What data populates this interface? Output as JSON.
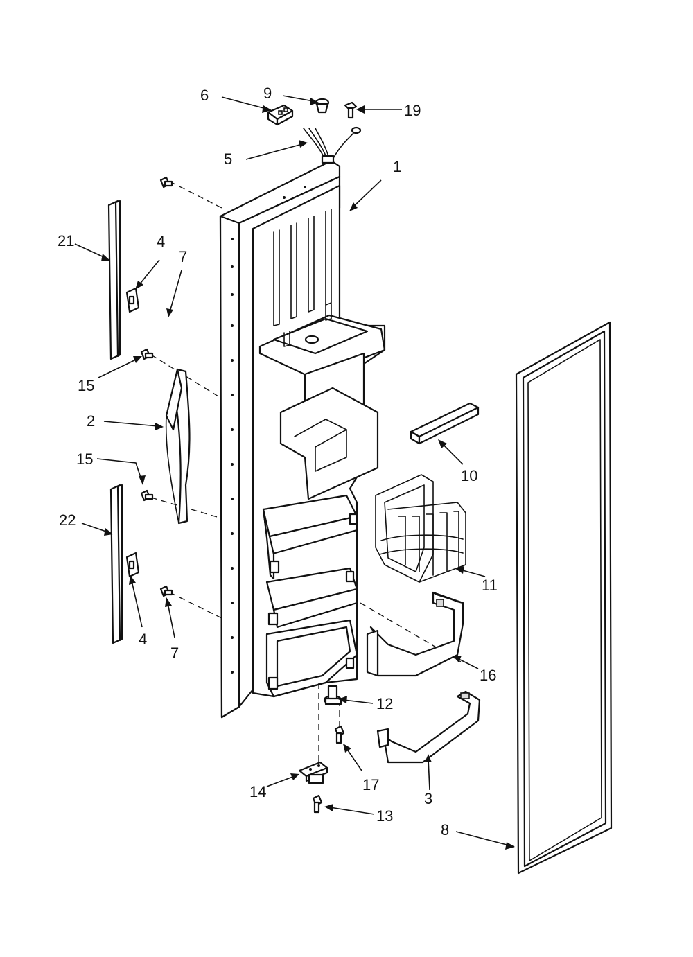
{
  "callouts": [
    {
      "id": "c1",
      "label": "1"
    },
    {
      "id": "c2",
      "label": "2"
    },
    {
      "id": "c3",
      "label": "3"
    },
    {
      "id": "c4a",
      "label": "4"
    },
    {
      "id": "c4b",
      "label": "4"
    },
    {
      "id": "c5",
      "label": "5"
    },
    {
      "id": "c6",
      "label": "6"
    },
    {
      "id": "c7a",
      "label": "7"
    },
    {
      "id": "c7b",
      "label": "7"
    },
    {
      "id": "c8",
      "label": "8"
    },
    {
      "id": "c9",
      "label": "9"
    },
    {
      "id": "c10",
      "label": "10"
    },
    {
      "id": "c11",
      "label": "11"
    },
    {
      "id": "c12",
      "label": "12"
    },
    {
      "id": "c13",
      "label": "13"
    },
    {
      "id": "c14",
      "label": "14"
    },
    {
      "id": "c15a",
      "label": "15"
    },
    {
      "id": "c15b",
      "label": "15"
    },
    {
      "id": "c16",
      "label": "16"
    },
    {
      "id": "c17",
      "label": "17"
    },
    {
      "id": "c19",
      "label": "19"
    },
    {
      "id": "c21",
      "label": "21"
    },
    {
      "id": "c22",
      "label": "22"
    }
  ],
  "colors": {
    "ink": "#111111",
    "paper": "#ffffff",
    "shade": "#d9d9d9"
  }
}
